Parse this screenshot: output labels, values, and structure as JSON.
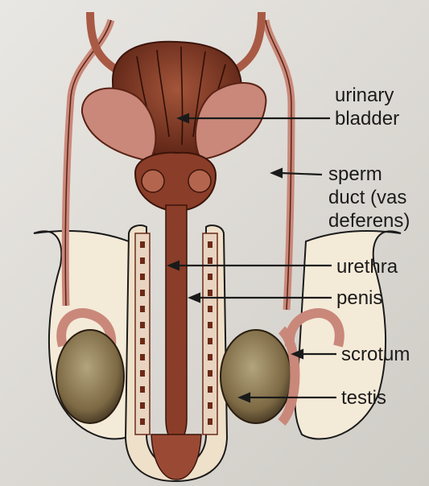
{
  "labels": {
    "urinary_bladder": [
      "urinary",
      "bladder"
    ],
    "sperm_duct": [
      "sperm",
      "duct (vas",
      "deferens)"
    ],
    "urethra": "urethra",
    "penis": "penis",
    "scrotum": "scrotum",
    "testis": "testis"
  },
  "colors": {
    "tissue_dark": "#6b2a18",
    "tissue_mid": "#9a4a34",
    "tissue_light": "#c9887a",
    "skin": "#efe0c9",
    "testis": "#8c7a56",
    "line": "#1a1a1a"
  }
}
